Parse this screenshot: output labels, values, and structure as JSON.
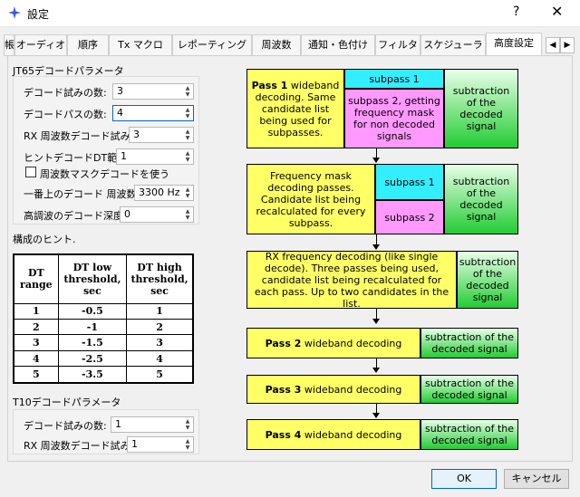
{
  "window": {
    "title": "設定",
    "help_label": "?",
    "close_label": "✕"
  },
  "tabs": [
    {
      "label": "帳"
    },
    {
      "label": "オーディオ"
    },
    {
      "label": "順序"
    },
    {
      "label": "Tx マクロ"
    },
    {
      "label": "レポーティング"
    },
    {
      "label": "周波数"
    },
    {
      "label": "通知・色付け"
    },
    {
      "label": "フィルタ"
    },
    {
      "label": "スケジューラ"
    },
    {
      "label": "高度設定"
    }
  ],
  "tab_scroll": {
    "left": "◀",
    "right": "▶"
  },
  "jt65": {
    "title": "JT65デコードパラメータ",
    "rows": [
      {
        "label": "デコード試みの数:",
        "value": "3"
      },
      {
        "label": "デコードパスの数:",
        "value": "4"
      },
      {
        "label": "RX 周波数デコード試み:",
        "value": "3"
      },
      {
        "label": "ヒントデコードDT範囲:",
        "value": "1"
      }
    ],
    "checkbox_label": "周波数マスクデコードを使う",
    "top_freq_label": "一番上のデコード 周波数:",
    "top_freq_value": "3300 Hz",
    "harmonic_label": "高調波のデコード深度:",
    "harmonic_value": "0"
  },
  "hints": {
    "title": "構成のヒント.",
    "headers": [
      "DT range",
      "DT low threshold, sec",
      "DT high threshold, sec"
    ],
    "rows": [
      [
        "1",
        "-0.5",
        "1"
      ],
      [
        "2",
        "-1",
        "2"
      ],
      [
        "3",
        "-1.5",
        "3"
      ],
      [
        "4",
        "-2.5",
        "4"
      ],
      [
        "5",
        "-3.5",
        "5"
      ]
    ]
  },
  "t10": {
    "title": "T10デコードパラメータ",
    "rows": [
      {
        "label": "デコード試みの数:",
        "value": "1"
      },
      {
        "label": "RX 周波数デコード試み:",
        "value": "1"
      }
    ]
  },
  "flow": {
    "p1_main_bold": "Pass 1",
    "p1_main_rest": "wideband decoding. Same candidate list being used for subpasses.",
    "p1_sub1": "subpass 1",
    "p1_sub2": "subpass 2, getting frequency mask for non decoded signals",
    "p1_sub": "subtraction of the decoded signal",
    "p2_main": "Frequency mask decoding passes. Candidate list being recalculated for every subpass.",
    "p2_sub1": "subpass 1",
    "p2_sub2": "subpass 2",
    "p2_sub": "subtraction of the decoded signal",
    "p3_main": "RX frequency decoding (like single decode). Three passes being used, candidate list being recalculated for each pass. Up to two candidates in the list.",
    "p3_sub": "subtraction of the decoded signal",
    "p4_bold": "Pass 2",
    "p4_rest": "wideband decoding",
    "p4_sub": "subtraction of the decoded signal",
    "p5_bold": "Pass 3",
    "p5_rest": "wideband decoding",
    "p5_sub": "subtraction of the decoded signal",
    "p6_bold": "Pass 4",
    "p6_rest": "wideband decoding",
    "p6_sub": "subtraction of the decoded signal"
  },
  "buttons": {
    "ok": "OK",
    "cancel": "キャンセル"
  }
}
